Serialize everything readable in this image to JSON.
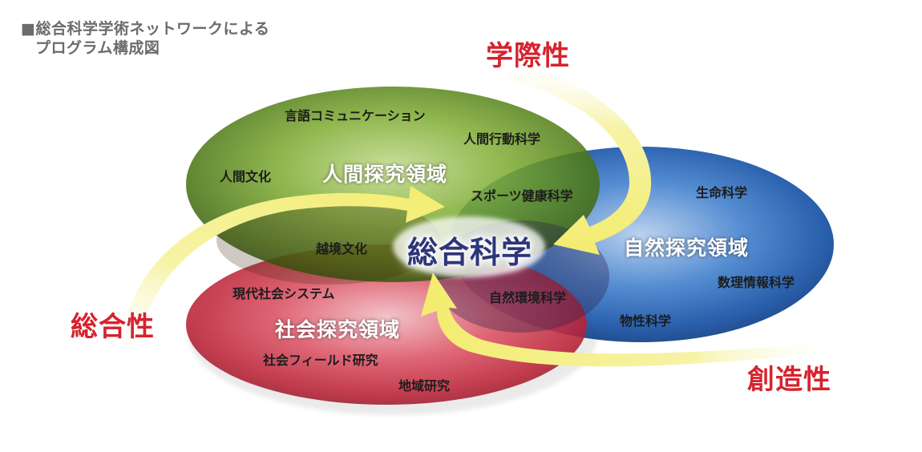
{
  "title": {
    "line1": "■総合科学学術ネットワークによる",
    "line2": "プログラム構成図"
  },
  "domains": {
    "human": {
      "name": "人間探究領域",
      "color": "#5e8f1c",
      "programs": [
        "言語コミュニケーション",
        "人間行動科学",
        "人間文化",
        "スポーツ健康科学"
      ]
    },
    "nature": {
      "name": "自然探究領域",
      "color": "#1e5aa8",
      "programs": [
        "生命科学",
        "数理情報科学",
        "物性科学"
      ]
    },
    "society": {
      "name": "社会探究領域",
      "color": "#c22a3e",
      "programs": [
        "現代社会システム",
        "社会フィールド研究",
        "地域研究"
      ]
    }
  },
  "overlaps": {
    "human_society": "越境文化",
    "nature_society": "自然環境科学"
  },
  "center": "総合科学",
  "properties": {
    "interdisciplinary": "学際性",
    "integrative": "総合性",
    "creative": "創造性",
    "color": "#d6232e"
  },
  "arrow_color": "#f5f088"
}
